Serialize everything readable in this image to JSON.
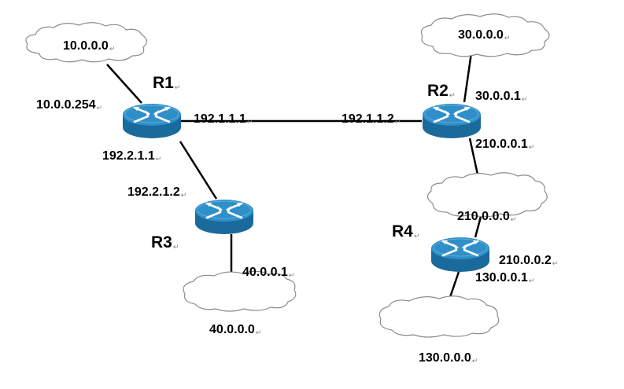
{
  "mark_glyph": "↵",
  "colors": {
    "link": "#000000",
    "cloud_fill": "#ffffff",
    "cloud_stroke": "#8c8c8c",
    "router_top": "#2f8fc9",
    "router_side": "#1a6a9c",
    "router_arrows": "#ffffff"
  },
  "routers": {
    "r1": "R1",
    "r2": "R2",
    "r3": "R3",
    "r4": "R4"
  },
  "networks": {
    "net_10": "10.0.0.0",
    "net_30": "30.0.0.0",
    "net_210": "210.0.0.0",
    "net_40": "40.0.0.0",
    "net_130": "130.0.0.0"
  },
  "interfaces": {
    "r1_lan": "10.0.0.254",
    "r1_r2": "192.1.1.1",
    "r2_r1": "192.1.1.2",
    "r1_r3": "192.2.1.1",
    "r3_r1": "192.2.1.2",
    "r2_lan": "30.0.0.1",
    "r2_r4": "210.0.0.1",
    "r3_lan": "40.0.0.1",
    "r4_r2": "210.0.0.2",
    "r4_lan": "130.0.0.1"
  }
}
